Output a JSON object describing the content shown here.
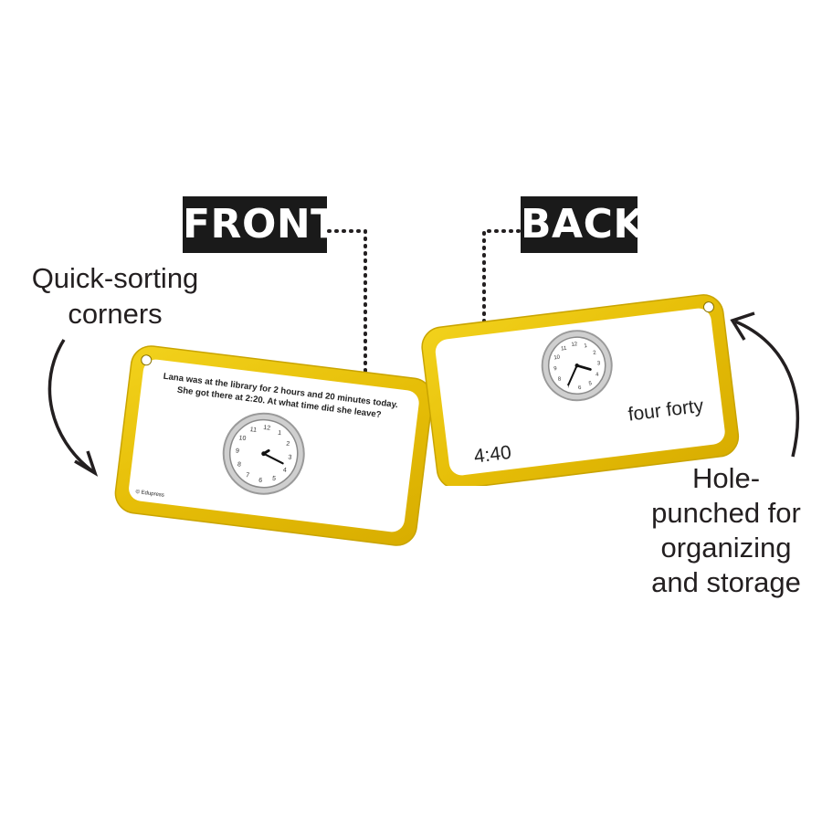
{
  "labels": {
    "front": "FRONT",
    "back": "BACK"
  },
  "callouts": {
    "corners_line1": "Quick-sorting",
    "corners_line2": "corners",
    "hole_line1": "Hole-",
    "hole_line2": "punched for",
    "hole_line3": "organizing",
    "hole_line4": "and storage"
  },
  "front_card": {
    "question_line1": "Lana was at the library for 2 hours and 20 minutes today.",
    "question_line2": "She got there at 2:20. At what time did she leave?",
    "copyright": "© Edupress"
  },
  "back_card": {
    "time_digital": "4:40",
    "time_words": "four forty"
  },
  "clock_numbers": [
    "12",
    "1",
    "2",
    "3",
    "4",
    "5",
    "6",
    "7",
    "8",
    "9",
    "10",
    "11"
  ],
  "colors": {
    "card_frame": "#e8c20a",
    "card_frame_dark": "#c9a400",
    "label_bg": "#1a1a1a"
  }
}
